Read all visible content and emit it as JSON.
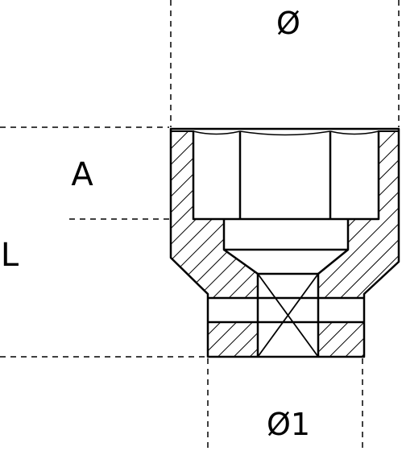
{
  "diagram": {
    "labels": {
      "diameter": "Ø",
      "diameter_1": "Ø1",
      "depth_a": "A",
      "length_l": "L"
    },
    "colors": {
      "stroke": "#000000",
      "background": "#ffffff"
    }
  }
}
